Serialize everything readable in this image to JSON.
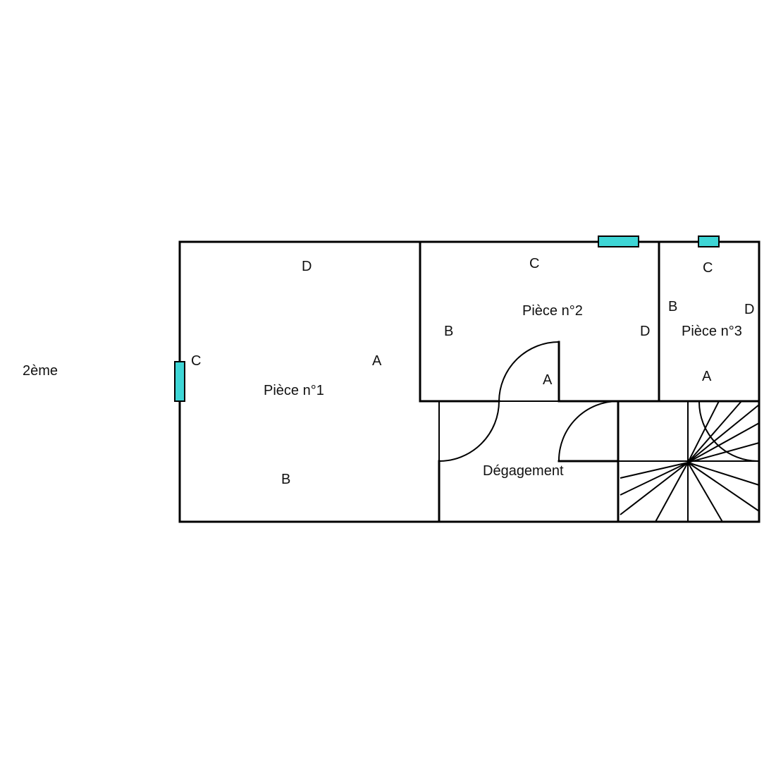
{
  "floor_label": "2ème",
  "rooms": {
    "piece1": {
      "name": "Pièce n°1",
      "walls": {
        "a": "A",
        "b": "B",
        "c": "C",
        "d": "D"
      }
    },
    "piece2": {
      "name": "Pièce n°2",
      "walls": {
        "a": "A",
        "b": "B",
        "c": "C",
        "d": "D"
      }
    },
    "piece3": {
      "name": "Pièce n°3",
      "walls": {
        "a": "A",
        "b": "B",
        "c": "C",
        "d": "D"
      }
    },
    "degagement": {
      "name": "Dégagement"
    }
  },
  "colors": {
    "window": "#3ed6d6",
    "wall": "#000000",
    "background": "#ffffff"
  }
}
